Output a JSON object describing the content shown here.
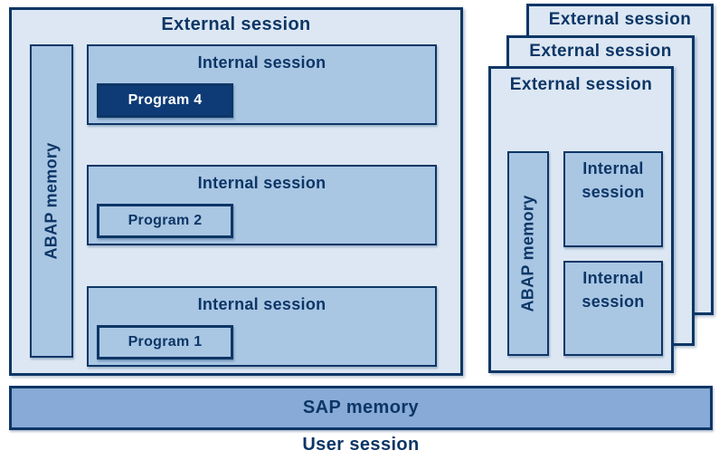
{
  "colors": {
    "page_bg": "#ffffff",
    "session_fill": "#dce7f3",
    "inner_fill": "#a9c6e3",
    "sap_fill": "#87aad7",
    "program_dark_fill": "#0e3b76",
    "line": "#0d3666",
    "text": "#0d3666",
    "program_dark_text": "#ffffff"
  },
  "left_external_session": {
    "title": "External session",
    "abap_memory_label": "ABAP memory",
    "internal_sessions": [
      {
        "title": "Internal session",
        "program_label": "Program 4",
        "program_variant": "dark"
      },
      {
        "title": "Internal session",
        "program_label": "Program 2",
        "program_variant": "light"
      },
      {
        "title": "Internal session",
        "program_label": "Program 1",
        "program_variant": "light"
      }
    ]
  },
  "right_session_stack": {
    "back_title": "External session",
    "middle_title": "External session",
    "front": {
      "title": "External session",
      "abap_memory_label": "ABAP memory",
      "internal_sessions": [
        {
          "title": "Internal session"
        },
        {
          "title": "Internal session"
        }
      ]
    }
  },
  "sap_memory_label": "SAP memory",
  "user_session_label": "User session"
}
